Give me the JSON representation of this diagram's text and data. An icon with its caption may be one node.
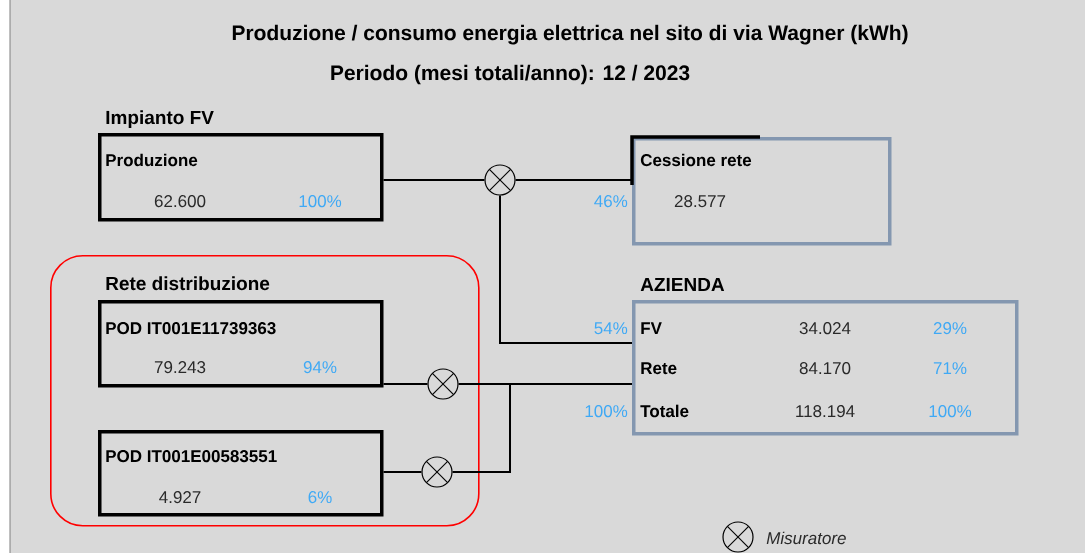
{
  "diagram": {
    "title": "Produzione / consumo energia elettrica nel sito di via Wagner (kWh)",
    "nodes": [
      {
        "text": [
          "Impianto FV",
          "Produzione",
          "62.600",
          "100%"
        ]
      },
      {
        "text": [],
        "shape": "circle"
      },
      {
        "text": [
          "Cessione rete",
          "28.577"
        ],
        "beside": [
          "46%"
        ]
      },
      {
        "text": [
          "Rete distribuzione"
        ]
      },
      {
        "text": [
          "POD IT001E11739363",
          "79.243",
          "94%"
        ],
        "in": 3
      },
      {
        "text": [
          "POD IT001E00583551",
          "4.927",
          "6%"
        ],
        "in": 3
      },
      {
        "text": [],
        "shape": "circle",
        "in": 3
      },
      {
        "text": [],
        "shape": "circle",
        "in": 3
      },
      {
        "text": [
          "AZIENDA",
          "FV",
          "34.024",
          "29%",
          "Rete",
          "84.170",
          "71%",
          "Totale",
          "118.194",
          "100%"
        ],
        "beside": [
          "54%",
          "100%"
        ]
      }
    ],
    "edges": [
      {
        "from": 0,
        "to": 1,
        "arrow": "none"
      },
      {
        "from": 1,
        "to": 2,
        "arrow": "none"
      },
      {
        "from": 1,
        "to": 8,
        "arrow": "none"
      },
      {
        "from": 4,
        "to": 6,
        "arrow": "none"
      },
      {
        "from": 6,
        "to": 8,
        "arrow": "none"
      },
      {
        "from": 5,
        "to": 7,
        "arrow": "none"
      },
      {
        "from": 7,
        "to": 8,
        "arrow": "none"
      }
    ],
    "labels": [
      "Periodo (mesi totali/anno): 12 / 2023"
    ],
    "legend": [
      {
        "text": "Misuratore"
      }
    ]
  }
}
